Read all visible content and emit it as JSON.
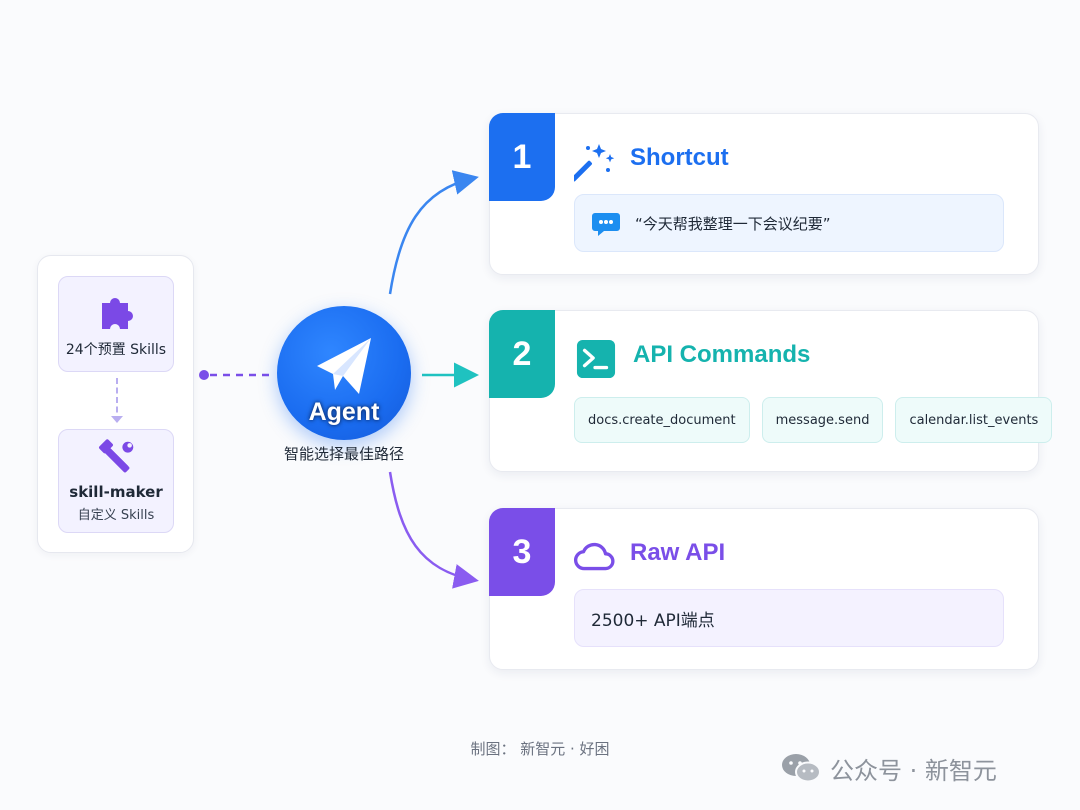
{
  "skills_panel": {
    "preset": {
      "title": "24个预置 Skills",
      "icon": "puzzle-icon"
    },
    "maker": {
      "title": "skill-maker",
      "subtitle": "自定义 Skills",
      "icon": "tools-icon"
    }
  },
  "agent": {
    "label": "Agent",
    "subtitle": "智能选择最佳路径",
    "icon": "paper-plane-icon"
  },
  "routes": [
    {
      "number": "1",
      "title": "Shortcut",
      "icon": "magic-wand-icon",
      "color": "#1c6ff0",
      "example": "“今天帮我整理一下会议纪要”",
      "example_icon": "chat-bubble-icon"
    },
    {
      "number": "2",
      "title": "API Commands",
      "icon": "terminal-icon",
      "color": "#15b3ae",
      "commands": [
        "docs.create_document",
        "message.send",
        "calendar.list_events"
      ]
    },
    {
      "number": "3",
      "title": "Raw API",
      "icon": "cloud-icon",
      "color": "#7a4ee8",
      "detail": "2500+ API端点"
    }
  ],
  "footer": {
    "credit": "制图： 新智元 · 好困",
    "watermark": "公众号 · 新智元"
  }
}
